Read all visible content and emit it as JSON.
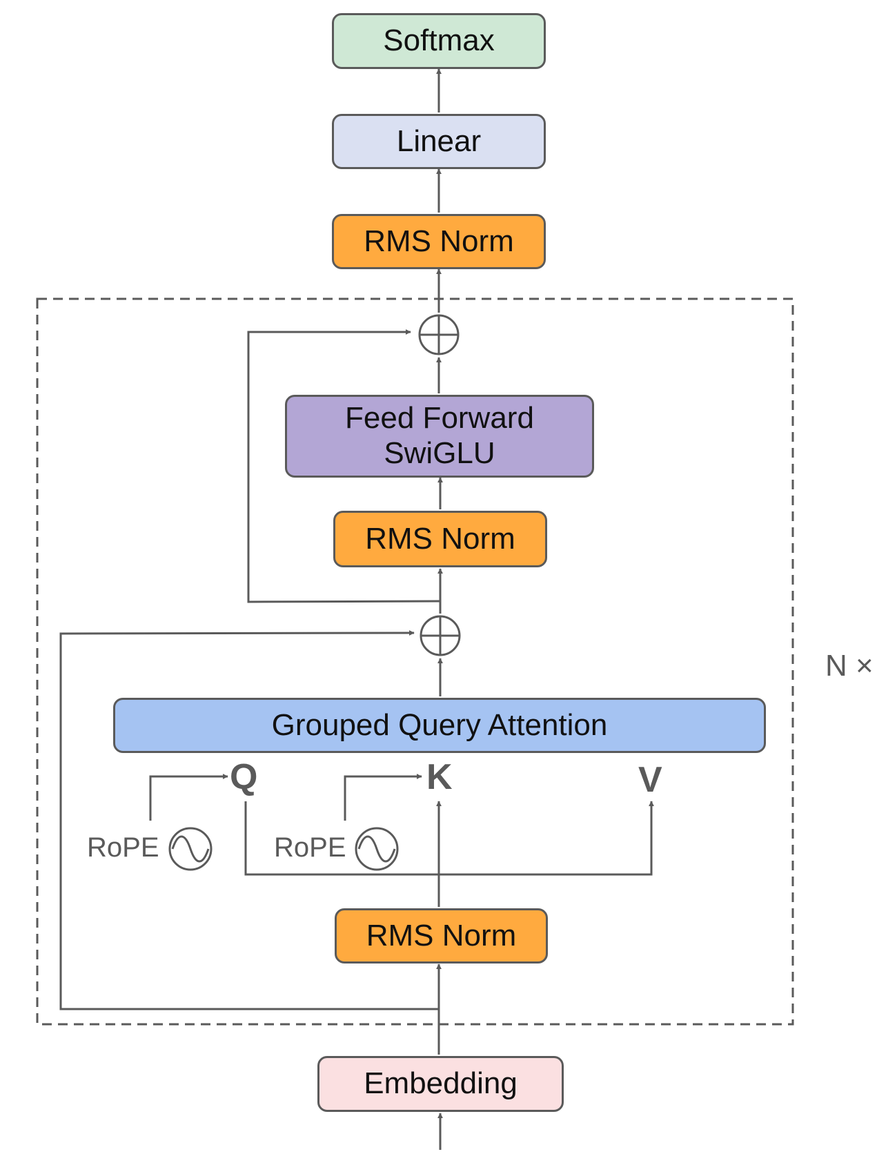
{
  "colors": {
    "softmax": "#cfe8d5",
    "linear": "#dae0f2",
    "rms_norm": "#ffaa3f",
    "feed_forward": "#b3a6d5",
    "attention": "#a5c3f2",
    "embedding": "#fbe0e1",
    "line": "#5a5a5a"
  },
  "blocks": {
    "softmax": "Softmax",
    "linear": "Linear",
    "rms_norm_top": "RMS Norm",
    "feed_forward_line1": "Feed Forward",
    "feed_forward_line2": "SwiGLU",
    "rms_norm_middle": "RMS Norm",
    "attention": "Grouped Query Attention",
    "rms_norm_bottom": "RMS Norm",
    "embedding": "Embedding"
  },
  "labels": {
    "q": "Q",
    "k": "K",
    "v": "V",
    "rope_q": "RoPE",
    "rope_k": "RoPE",
    "repeat": "N ×"
  },
  "icons": {
    "adder": "circle-plus-icon",
    "rotary": "sine-circle-icon"
  }
}
